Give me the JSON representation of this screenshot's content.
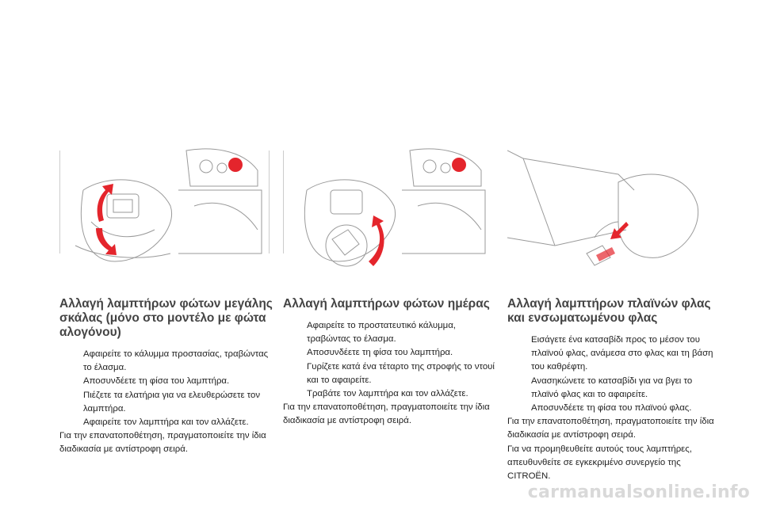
{
  "sections": [
    {
      "title": "Αλλαγή λαμπτήρων φώτων μεγάλης σκάλας (μόνο στο μοντέλο με φώτα αλογόνου)",
      "bullets": [
        "Αφαιρείτε το κάλυμμα προστασίας, τραβώντας το έλασμα.",
        "Αποσυνδέετε τη φίσα του λαμπτήρα.",
        "Πιέζετε τα ελατήρια για να ελευθερώσετε τον λαμπτήρα.",
        "Αφαιρείτε τον λαμπτήρα και τον αλλάζετε."
      ],
      "notes": [
        "Για την επανατοποθέτηση, πραγματοποιείτε την ίδια διαδικασία με αντίστροφη σειρά."
      ]
    },
    {
      "title": "Αλλαγή λαμπτήρων φώτων ημέρας",
      "bullets": [
        "Αφαιρείτε το προστατευτικό κάλυμμα, τραβώντας το έλασμα.",
        "Αποσυνδέετε τη φίσα του λαμπτήρα.",
        "Γυρίζετε κατά ένα τέταρτο της στροφής το ντουί και το αφαιρείτε.",
        "Τραβάτε τον λαμπτήρα και τον αλλάζετε."
      ],
      "notes": [
        "Για την επανατοποθέτηση, πραγματοποιείτε την ίδια διαδικασία με αντίστροφη σειρά."
      ]
    },
    {
      "title": "Αλλαγή λαμπτήρων πλαϊνών φλας και ενσωματωμένου φλας",
      "bullets": [
        "Εισάγετε ένα κατσαβίδι προς το μέσον του πλαϊνού φλας, ανάμεσα στο φλας και τη βάση του καθρέφτη.",
        "Ανασηκώνετε το κατσαβίδι για να βγει το πλαϊνό φλας και το αφαιρείτε.",
        "Αποσυνδέετε τη φίσα του πλαϊνού φλας."
      ],
      "notes": [
        "Για την επανατοποθέτηση, πραγματοποιείτε την ίδια διαδικασία με αντίστροφη σειρά.",
        "Για να προμηθευθείτε αυτούς τους λαμπτήρες, απευθυνθείτε σε εγκεκριμένο συνεργείο της CITROËN."
      ]
    }
  ],
  "bullet_symbol": "",
  "watermark": "carmanualsonline.info",
  "colors": {
    "accent_red": "#e4252c",
    "line": "#9a9a9a",
    "text": "#222222"
  }
}
